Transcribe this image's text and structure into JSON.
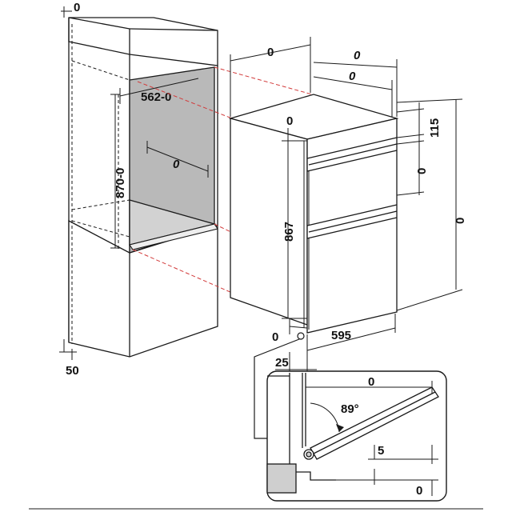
{
  "diagram": {
    "colors": {
      "line": "#1a1a1a",
      "cavity": "#b9b9b9",
      "shelf": "#d2d2d2",
      "dash_red": "#d23a3a",
      "hinge_fill": "#cfcfcf"
    },
    "labels": {
      "top_left_zero": "0",
      "niche_width": "562-0",
      "niche_height": "870-0",
      "niche_depth": "0",
      "cabinet_offset": "50",
      "oven_width_top": "0",
      "oven_depth_outer": "0",
      "oven_depth_inner": "0",
      "oven_top_gap": "0",
      "top_panel_height": "115",
      "mid_gap": "0",
      "oven_total_height": "867",
      "right_total_height": "0",
      "base_gap": "0",
      "oven_width_bottom": "595",
      "door_offset": "25",
      "detail_width": "0",
      "door_angle": "89°",
      "detail_gap_a": "5",
      "detail_gap_b": "0"
    }
  }
}
